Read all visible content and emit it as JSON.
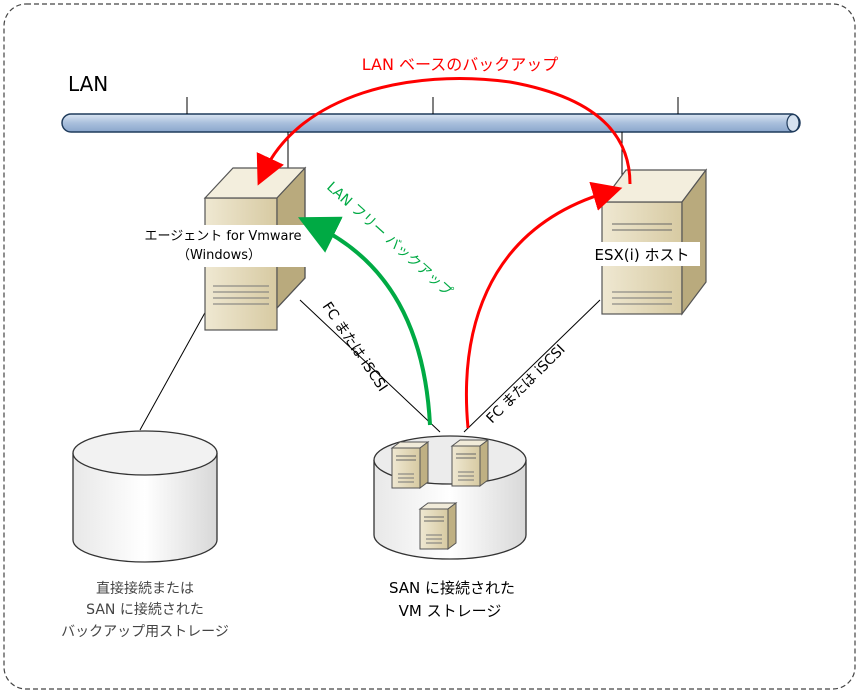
{
  "labels": {
    "lan": "LAN",
    "lan_based_backup": "LAN ベースのバックアップ",
    "lan_free_backup": "LAN フリー バックアップ",
    "agent_line1": "エージェント for Vmware",
    "agent_line2": "（Windows）",
    "esx_host": "ESX(i) ホスト",
    "fc_iscsi_left": "FC または iSCSI",
    "fc_iscsi_right": "FC または iSCSI",
    "san_storage_line1": "SAN に接続された",
    "san_storage_line2": "VM ストレージ",
    "backup_storage_line1": "直接接続または",
    "backup_storage_line2": "SAN に接続された",
    "backup_storage_line3": "バックアップ用ストレージ"
  },
  "colors": {
    "lan_based_backup": "#ff0000",
    "lan_free_backup": "#00aa44",
    "lan_bus": "#b8cce4",
    "server_body": "#e3d8b8"
  }
}
